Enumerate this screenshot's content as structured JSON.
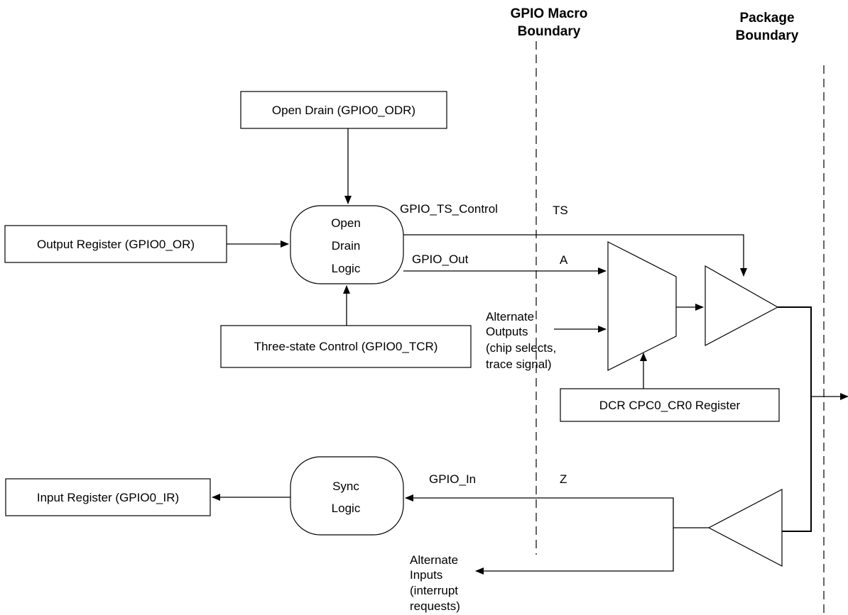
{
  "boundaries": {
    "gpio_macro": [
      "GPIO Macro",
      "Boundary"
    ],
    "package": [
      "Package",
      "Boundary"
    ]
  },
  "boxes": {
    "open_drain": "Open Drain (GPIO0_ODR)",
    "output_register": "Output Register (GPIO0_OR)",
    "three_state": "Three-state Control (GPIO0_TCR)",
    "dcr": "DCR CPC0_CR0 Register",
    "input_register": "Input Register (GPIO0_IR)"
  },
  "logic": {
    "open_drain_logic": [
      "Open",
      "Drain",
      "Logic"
    ],
    "sync_logic": [
      "Sync",
      "Logic"
    ]
  },
  "signals": {
    "ts_control": "GPIO_TS_Control",
    "ts": "TS",
    "gpio_out": "GPIO_Out",
    "a": "A",
    "gpio_in": "GPIO_In",
    "z": "Z"
  },
  "alternate_outputs": [
    "Alternate",
    "Outputs",
    "(chip selects,",
    "trace signal)"
  ],
  "alternate_inputs": [
    "Alternate",
    "Inputs",
    "(interrupt",
    "requests)"
  ]
}
